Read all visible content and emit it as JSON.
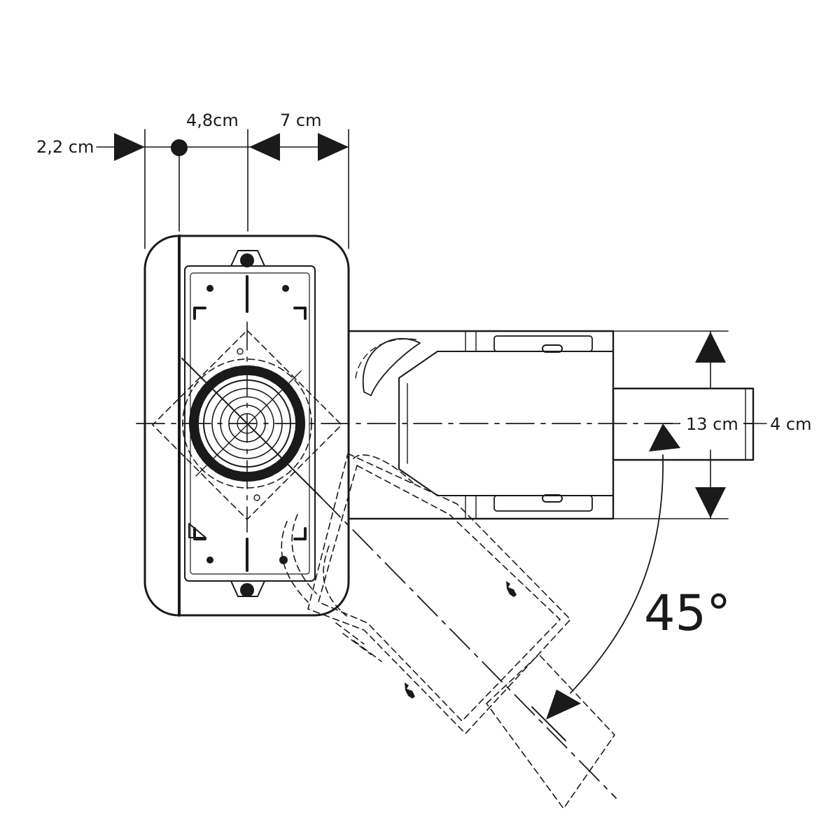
{
  "dimensions": {
    "width_a": "2,2 cm",
    "width_b": "4,8cm",
    "width_c": "7 cm",
    "height_outer": "13 cm",
    "height_inner": "4 cm"
  },
  "angle_label": "45°",
  "colors": {
    "line": "#1a1a1a",
    "background": "#ffffff"
  }
}
